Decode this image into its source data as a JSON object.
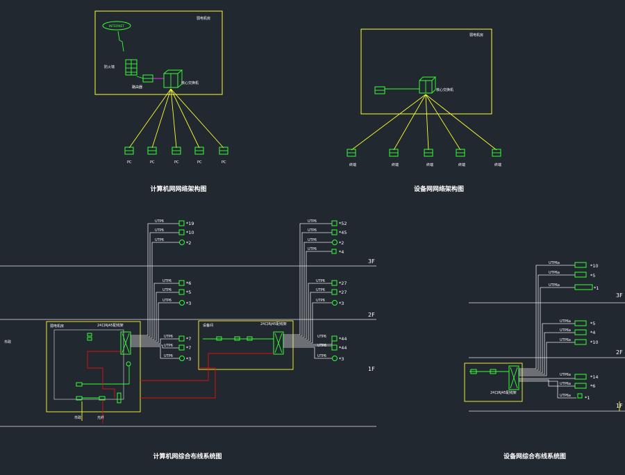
{
  "top_left": {
    "title": "计算机网网络架构图",
    "box_label": "弱电机房",
    "internet": "INTERNET",
    "firewall": "防火墙",
    "router": "路由器",
    "core_switch": "核心交换机",
    "pc_labels": [
      "PC",
      "PC",
      "PC",
      "PC",
      "PC"
    ]
  },
  "top_right": {
    "title": "设备网网络架构图",
    "box_label": "弱电机房",
    "core_switch": "核心交换机",
    "terminal_labels": [
      "终端",
      "终端",
      "终端",
      "终端",
      "终端"
    ]
  },
  "bottom_left": {
    "title": "计算机网综合布线系统图",
    "cable_type": "UTP6",
    "group_3f_a_counts": [
      "19",
      "10",
      "2"
    ],
    "group_2f_a_counts": [
      "6",
      "5",
      "3"
    ],
    "group_1f_a_counts": [
      "7",
      "7",
      "3"
    ],
    "group_3f_b_counts": [
      "52",
      "45",
      "2",
      "4"
    ],
    "group_2f_b_counts": [
      "27",
      "27",
      "3"
    ],
    "group_1f_b_counts": [
      "44",
      "44",
      "3"
    ],
    "room1_label": "弱电机房",
    "room2_label": "设备间",
    "rack_label": "24口RJ45配线架",
    "left_note": "市政",
    "bottom_note1": "市政",
    "bottom_note2": "光纤"
  },
  "bottom_right": {
    "title": "设备网综合布线系统图",
    "cable_type": "UTP6a",
    "group_3f_counts": [
      "10",
      "5",
      "1"
    ],
    "group_2f_counts": [
      "5",
      "4",
      "10"
    ],
    "group_1f_counts": [
      "14",
      "6",
      "1"
    ],
    "rack_label": "24口RJ45配线架"
  },
  "floors": [
    "3F",
    "2F",
    "1F"
  ],
  "colors": {
    "background": "#212830",
    "device": "#39ff39",
    "link": "#ffff33",
    "cable": "#e8e8e8",
    "fiber": "#e01010"
  }
}
